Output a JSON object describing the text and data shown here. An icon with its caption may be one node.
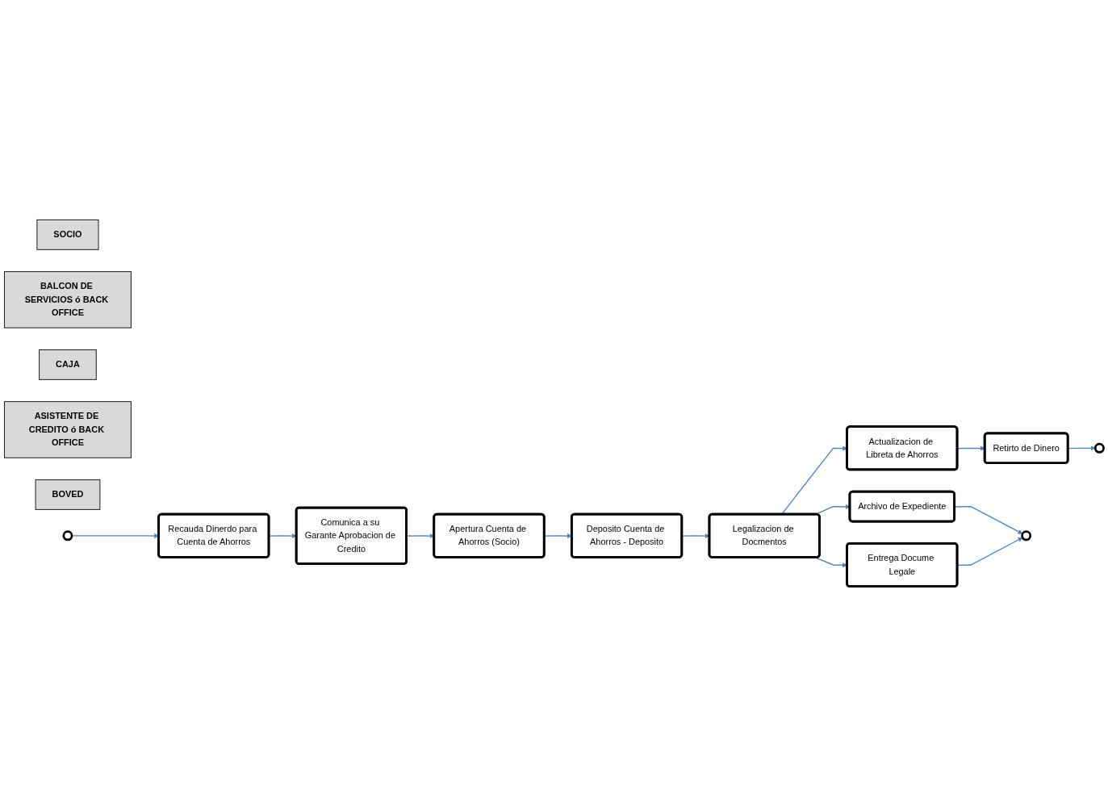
{
  "diagram": {
    "nodes": [
      {
        "text": [
          "SOCIO"
        ]
      },
      {
        "text": [
          "BALCON DE SERVICIOS ó BACK OFFICE"
        ]
      },
      {
        "text": [
          "CAJA"
        ]
      },
      {
        "text": [
          "ASISTENTE DE CREDITO ó BACK OFFICE"
        ]
      },
      {
        "text": [
          "BOVED"
        ]
      },
      {
        "text": [],
        "shape": "circle"
      },
      {
        "text": [
          "Recauda Dinerdo para Cuenta de Ahorros"
        ]
      },
      {
        "text": [
          "Comunica a su Garante Aprobacion de Credito"
        ]
      },
      {
        "text": [
          "Apertura Cuenta de Ahorros (Socio)"
        ]
      },
      {
        "text": [
          "Deposito Cuenta de Ahorros - Deposito"
        ]
      },
      {
        "text": [
          "Legalizacion de Docmentos"
        ]
      },
      {
        "text": [
          "Entrega Docume Legale"
        ]
      },
      {
        "text": [
          "Retirto de Dinero"
        ]
      },
      {
        "text": [
          "Actualizacion de Libreta de Ahorros"
        ]
      },
      {
        "text": [],
        "shape": "circle"
      },
      {
        "text": [
          "Archivo de Expediente"
        ]
      },
      {
        "text": [],
        "shape": "circle"
      }
    ],
    "edges": [
      {
        "from": 5,
        "to": 6,
        "arrow": "to"
      },
      {
        "from": 6,
        "to": 7,
        "arrow": "to"
      },
      {
        "from": 7,
        "to": 8,
        "arrow": "to"
      },
      {
        "from": 8,
        "to": 9,
        "arrow": "to"
      },
      {
        "from": 9,
        "to": 10,
        "arrow": "to"
      },
      {
        "from": 10,
        "to": 11,
        "arrow": "to"
      },
      {
        "from": 10,
        "to": 13,
        "arrow": "to"
      },
      {
        "from": 10,
        "to": 15,
        "arrow": "to"
      },
      {
        "from": 13,
        "to": 12,
        "arrow": "to"
      },
      {
        "from": 12,
        "to": 14,
        "arrow": "to"
      },
      {
        "from": 15,
        "to": 16,
        "arrow": "to"
      },
      {
        "from": 11,
        "to": 16,
        "arrow": "to"
      }
    ]
  }
}
